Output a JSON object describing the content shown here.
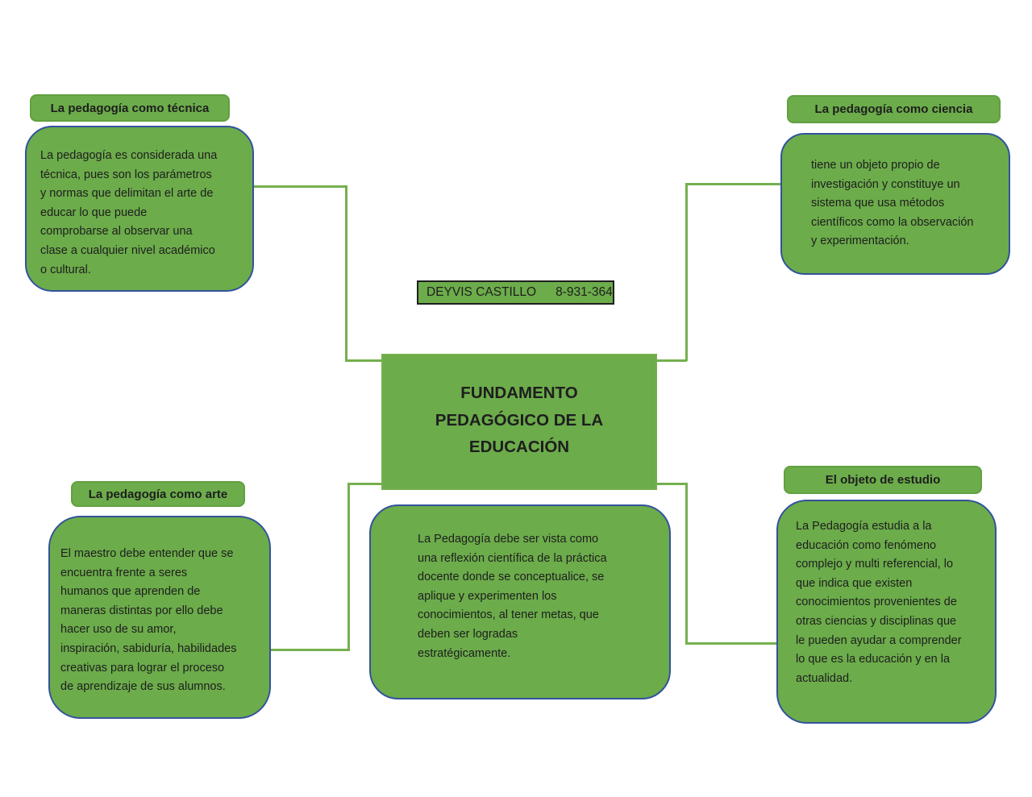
{
  "colors": {
    "green_fill": "#6cac4b",
    "line_green": "#74b04e",
    "header_border": "#61a040",
    "border_blue": "#33539b",
    "border_black": "#1f1f1f",
    "text_color": "#1e1e1e"
  },
  "author": {
    "name": "DEYVIS CASTILLO",
    "number": "8-931-364"
  },
  "center": {
    "title": "FUNDAMENTO\nPEDAGÓGICO DE LA\nEDUCACIÓN"
  },
  "branches": {
    "tecnica": {
      "label": "La pedagogía como técnica",
      "body": "La pedagogía es considerada una\ntécnica, pues son los parámetros\ny normas que delimitan el arte de\neducar lo que puede\ncomprobarse al observar una\nclase a cualquier nivel académico\no cultural."
    },
    "ciencia": {
      "label": "La pedagogía como ciencia",
      "body": "tiene un objeto propio de\ninvestigación y constituye un\nsistema que usa métodos\ncientíficos como la observación\ny experimentación."
    },
    "arte": {
      "label": "La pedagogía como arte",
      "body": "El maestro debe entender que se\nencuentra frente a seres\nhumanos que aprenden de\nmaneras distintas por ello debe\nhacer uso de su amor,\ninspiración, sabiduría, habilidades\ncreativas para lograr el proceso\nde aprendizaje de sus alumnos."
    },
    "reflexion": {
      "body": "La Pedagogía debe ser vista como\nuna reflexión científica de la práctica\ndocente donde se conceptualice, se\naplique y experimenten los\nconocimientos, al tener metas, que\ndeben ser logradas\nestratégicamente."
    },
    "objeto": {
      "label": "El objeto de estudio",
      "body": "La Pedagogía estudia a la\neducación como fenómeno\ncomplejo y multi referencial, lo\nque indica que existen\nconocimientos provenientes de\notras ciencias y disciplinas que\nle pueden ayudar a comprender\nlo que es la educación y en la\nactualidad."
    }
  }
}
